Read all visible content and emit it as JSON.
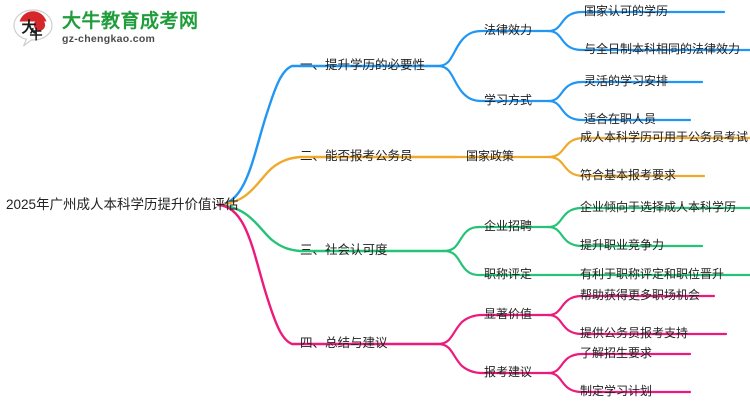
{
  "logo": {
    "mark_name": "daniu-speech-bubble-logo",
    "title": "大牛教育成考网",
    "domain": "gz-chengkao.com",
    "mark_text": "大牛",
    "brand_green": "#1f9d3a",
    "brand_red": "#d6272a"
  },
  "mindmap": {
    "root": "2025年广州成人本科学历提升价值评估",
    "colors": {
      "branch1": "#2196f3",
      "branch2": "#f0a92a",
      "branch3": "#24c377",
      "branch4": "#ec1a7c"
    },
    "branches": [
      {
        "label": "一、提升学历的必要性",
        "color": "#2196f3",
        "children": [
          {
            "label": "法律效力",
            "leaves": [
              "国家认可的学历",
              "与全日制本科相同的法律效力"
            ]
          },
          {
            "label": "学习方式",
            "leaves": [
              "灵活的学习安排",
              "适合在职人员"
            ]
          }
        ]
      },
      {
        "label": "二、能否报考公务员",
        "color": "#f0a92a",
        "children": [
          {
            "label": "国家政策",
            "leaves": [
              "成人本科学历可用于公务员考试",
              "符合基本报考要求"
            ]
          }
        ]
      },
      {
        "label": "三、社会认可度",
        "color": "#24c377",
        "children": [
          {
            "label": "企业招聘",
            "leaves": [
              "企业倾向于选择成人本科学历",
              "提升职业竞争力"
            ]
          },
          {
            "label": "职称评定",
            "leaves": [
              "有利于职称评定和职位晋升"
            ]
          }
        ]
      },
      {
        "label": "四、总结与建议",
        "color": "#ec1a7c",
        "children": [
          {
            "label": "显著价值",
            "leaves": [
              "帮助获得更多职场机会",
              "提供公务员报考支持"
            ]
          },
          {
            "label": "报考建议",
            "leaves": [
              "了解招生要求",
              "制定学习计划"
            ]
          }
        ]
      }
    ]
  }
}
